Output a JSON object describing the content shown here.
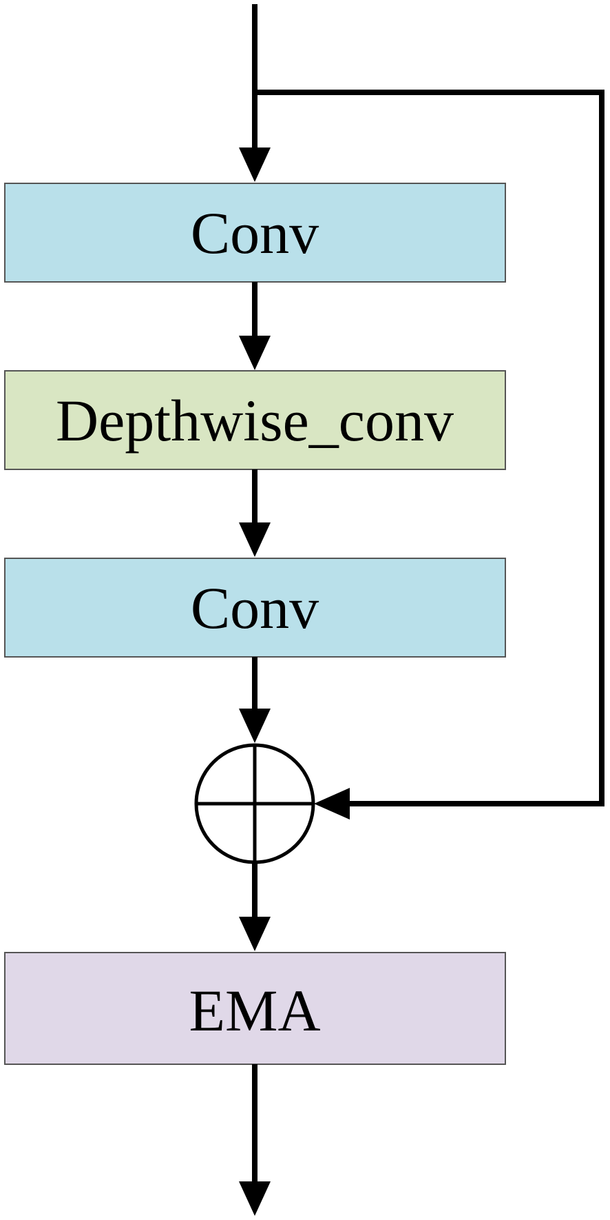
{
  "blocks": [
    {
      "id": "conv-1",
      "label": "Conv",
      "fill": "#b9e0ea"
    },
    {
      "id": "depthwise-conv",
      "label": "Depthwise_conv",
      "fill": "#d9e6c3"
    },
    {
      "id": "conv-2",
      "label": "Conv",
      "fill": "#b9e0ea"
    },
    {
      "id": "ema",
      "label": "EMA",
      "fill": "#e0d8e8"
    }
  ],
  "add_node": {
    "symbol": "circle-plus",
    "meaning": "element-wise addition"
  },
  "colors": {
    "stroke": "#000000",
    "background": "#ffffff"
  }
}
